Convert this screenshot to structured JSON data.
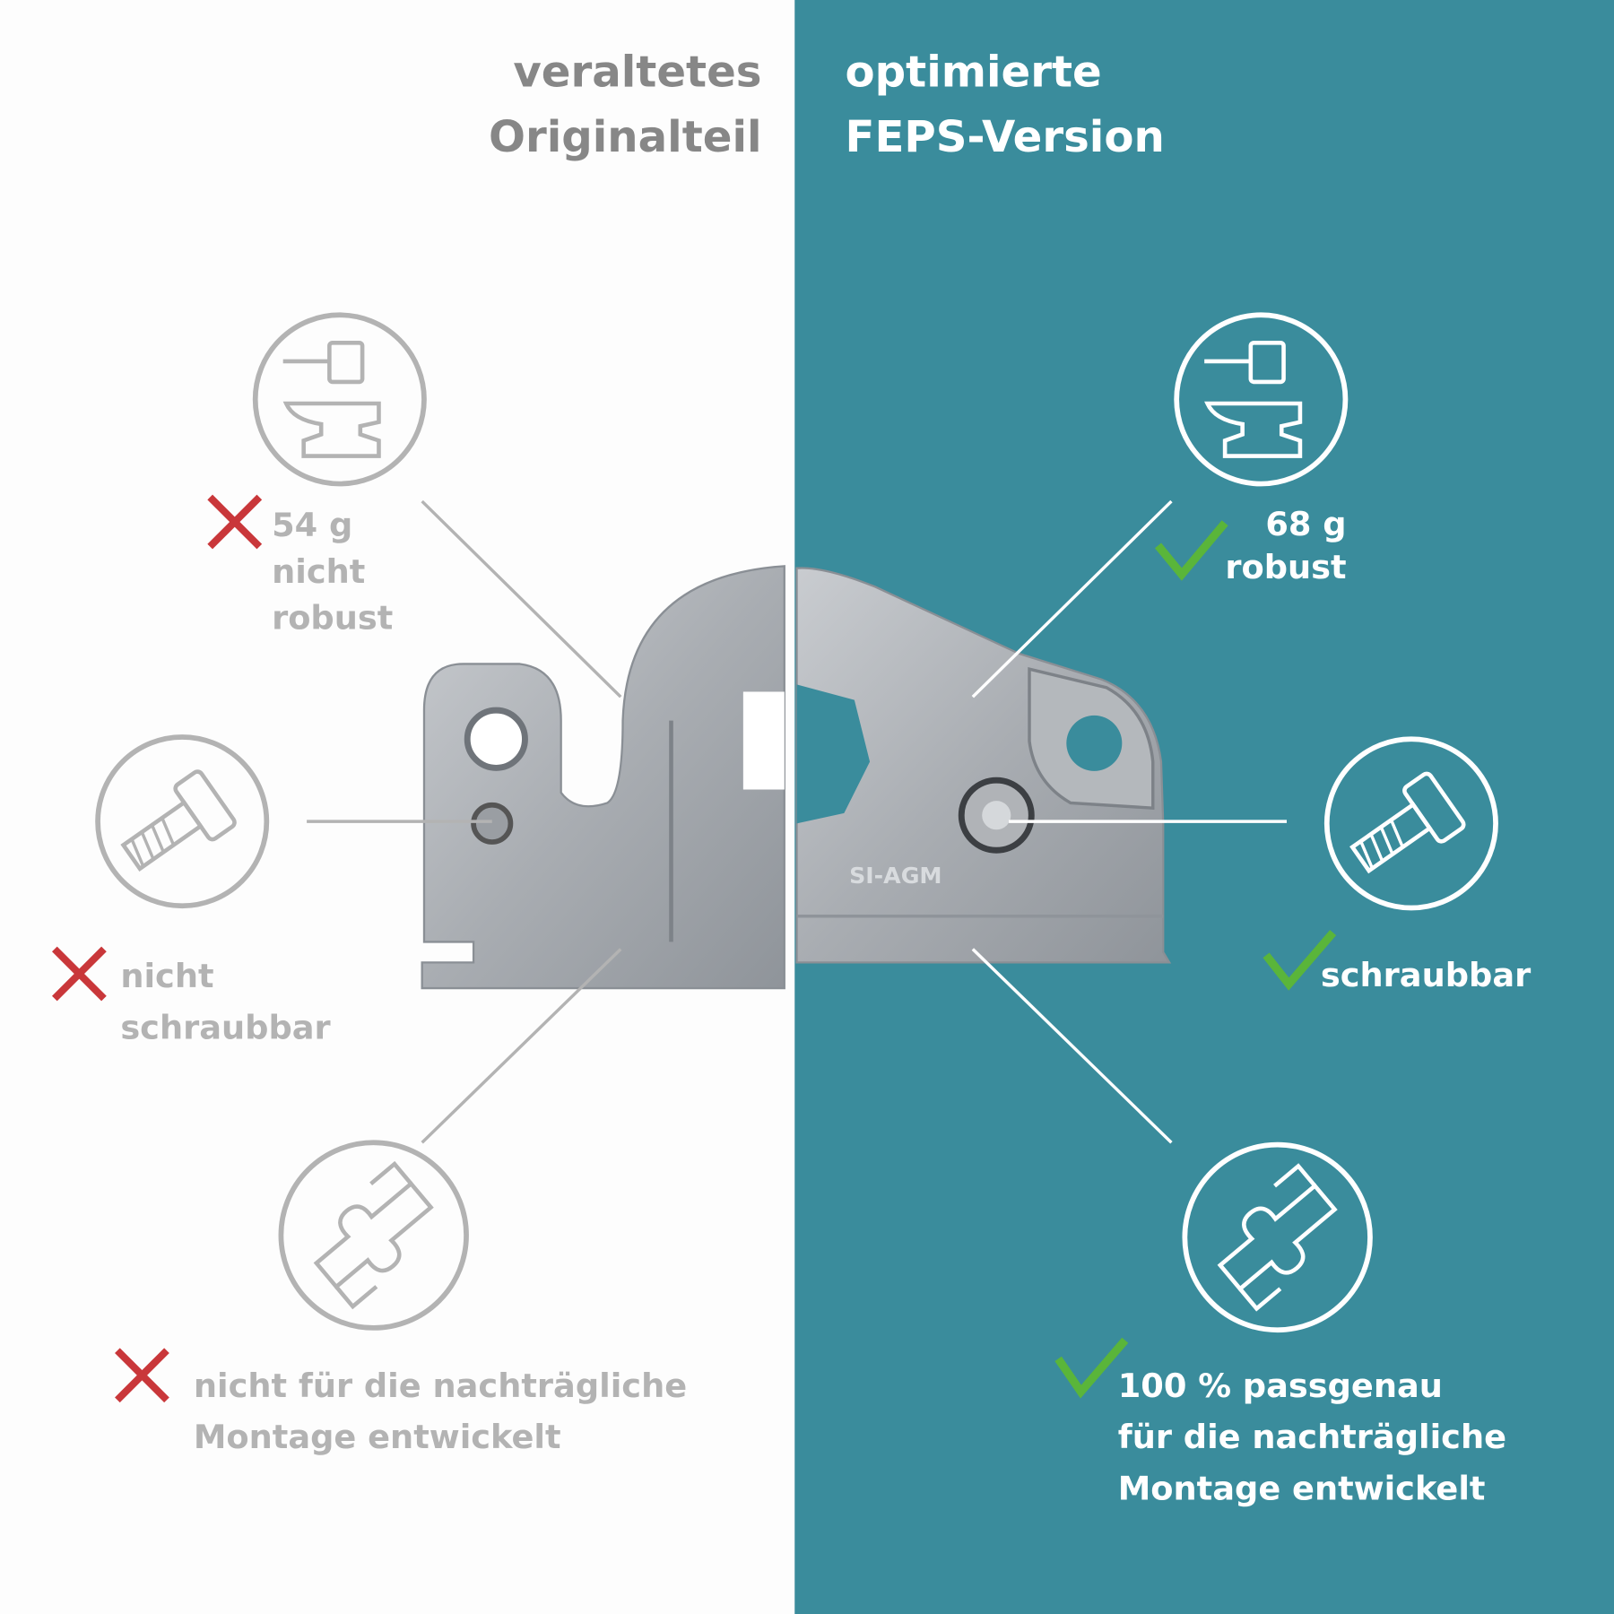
{
  "left": {
    "title": "veraltetes\nOriginalteil",
    "weight_label": "54 g\nnicht\nrobust",
    "screw_label": "nicht\nschraubbar",
    "fit_label": "nicht für die nachträgliche\nMontage entwickelt"
  },
  "right": {
    "title": "optimierte\nFEPS-Version",
    "weight_label": "68 g\nrobust",
    "screw_label": "schraubbar",
    "fit_label": "100 % passgenau\nfür die nachträgliche\nMontage entwickelt"
  },
  "part_engraving": "SI-AGM",
  "colors": {
    "teal": "#3a8c9c",
    "cross": "#c9373a",
    "check": "#5ab53a",
    "gray": "#b3b3b3"
  }
}
